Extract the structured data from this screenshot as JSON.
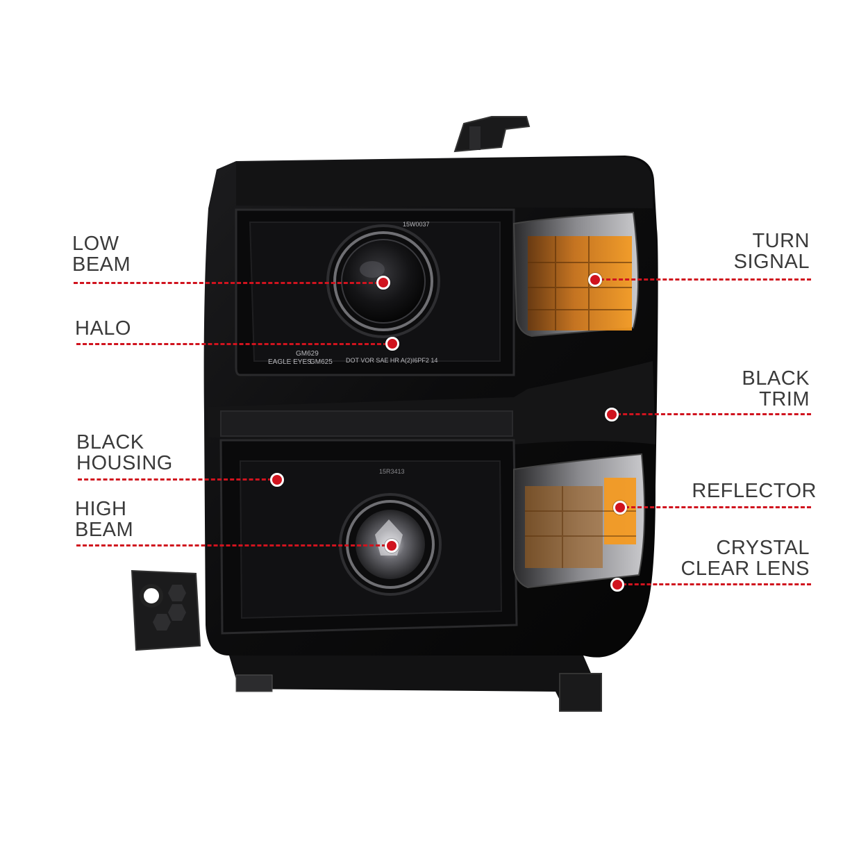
{
  "product": {
    "name": "Projector Headlight",
    "housing_color": "#0b0b0c",
    "amber_color": "#f0931e",
    "lens_markings": {
      "top_code": "15W0037",
      "part_a": "GM629",
      "part_b": "GM625",
      "brand": "EAGLE EYES",
      "dot_line": "DOT VOR SAE HR A(2)I6PF2 14",
      "lower_code": "15R3413"
    }
  },
  "callouts": {
    "low_beam": {
      "line1": "LOW",
      "line2": "BEAM"
    },
    "halo": {
      "line1": "HALO"
    },
    "black_housing": {
      "line1": "BLACK",
      "line2": "HOUSING"
    },
    "high_beam": {
      "line1": "HIGH",
      "line2": "BEAM"
    },
    "turn_signal": {
      "line1": "TURN",
      "line2": "SIGNAL"
    },
    "black_trim": {
      "line1": "BLACK",
      "line2": "TRIM"
    },
    "reflector": {
      "line1": "REFLECTOR"
    },
    "crystal_clear_lens": {
      "line1": "CRYSTAL",
      "line2": "CLEAR LENS"
    }
  },
  "colors": {
    "callout_line": "#d0131e",
    "label_text": "#3a3a3a"
  }
}
